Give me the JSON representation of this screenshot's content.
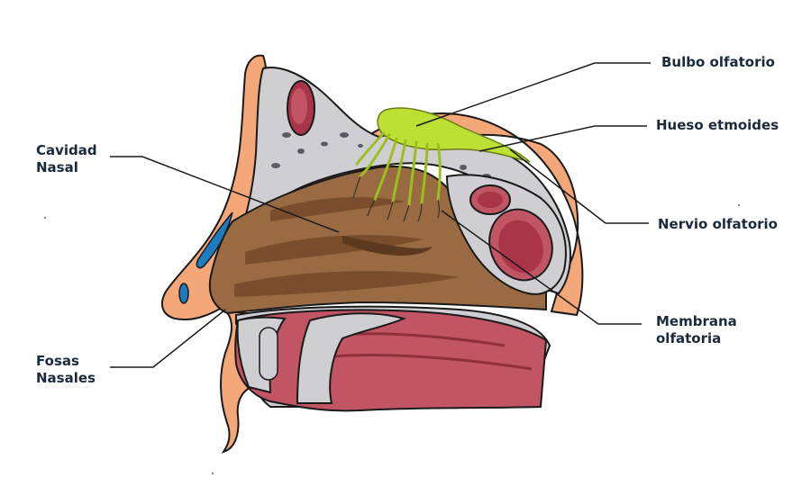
{
  "labels": {
    "bulbo": "Bulbo olfatorio",
    "hueso": "Hueso etmoides",
    "nervio": "Nervio olfatorio",
    "membrana_1": "Membrana",
    "membrana_2": "olfatoria",
    "cavidad_1": "Cavidad",
    "cavidad_2": "Nasal",
    "fosas_1": "Fosas",
    "fosas_2": "Nasales"
  },
  "colors": {
    "skin": "#f4a779",
    "bone": "#cfcfd3",
    "cavity": "#9a6b42",
    "mucosa": "#c25563",
    "sinus": "#a83648",
    "olfactory_bulb": "#bde034",
    "vessel": "#1f7bc0",
    "outline": "#1a1a1a",
    "text": "#1b2a3a"
  }
}
